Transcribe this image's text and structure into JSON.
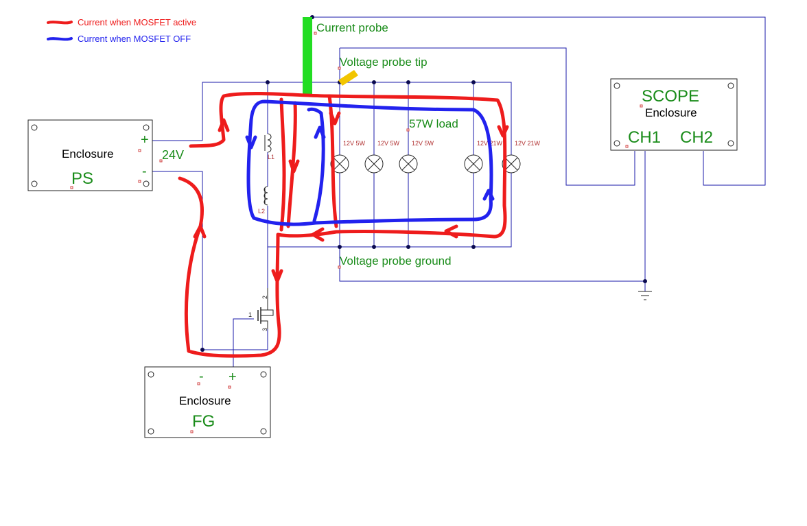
{
  "legend": {
    "red_label": "Current when MOSFET active",
    "blue_label": "Current when MOSFET OFF",
    "red_color": "#ee1c1c",
    "blue_color": "#2222ee"
  },
  "ps": {
    "enclosure": "Enclosure",
    "name": "PS",
    "plus": "+",
    "minus": "-",
    "voltage": "24V"
  },
  "fg": {
    "enclosure": "Enclosure",
    "name": "FG",
    "plus": "+",
    "minus": "-"
  },
  "scope": {
    "name": "SCOPE",
    "enclosure": "Enclosure",
    "ch1": "CH1",
    "ch2": "CH2"
  },
  "probes": {
    "current": "Current probe",
    "voltage_tip": "Voltage probe tip",
    "voltage_ground": "Voltage probe ground"
  },
  "load": {
    "label": "57W load"
  },
  "lamps": [
    "12V 5W",
    "12V 5W",
    "12V 5W",
    "12V 21W",
    "12V 21W"
  ],
  "inductors": [
    "L1",
    "L2"
  ],
  "mosfet_pins": [
    "1",
    "2",
    "3"
  ]
}
